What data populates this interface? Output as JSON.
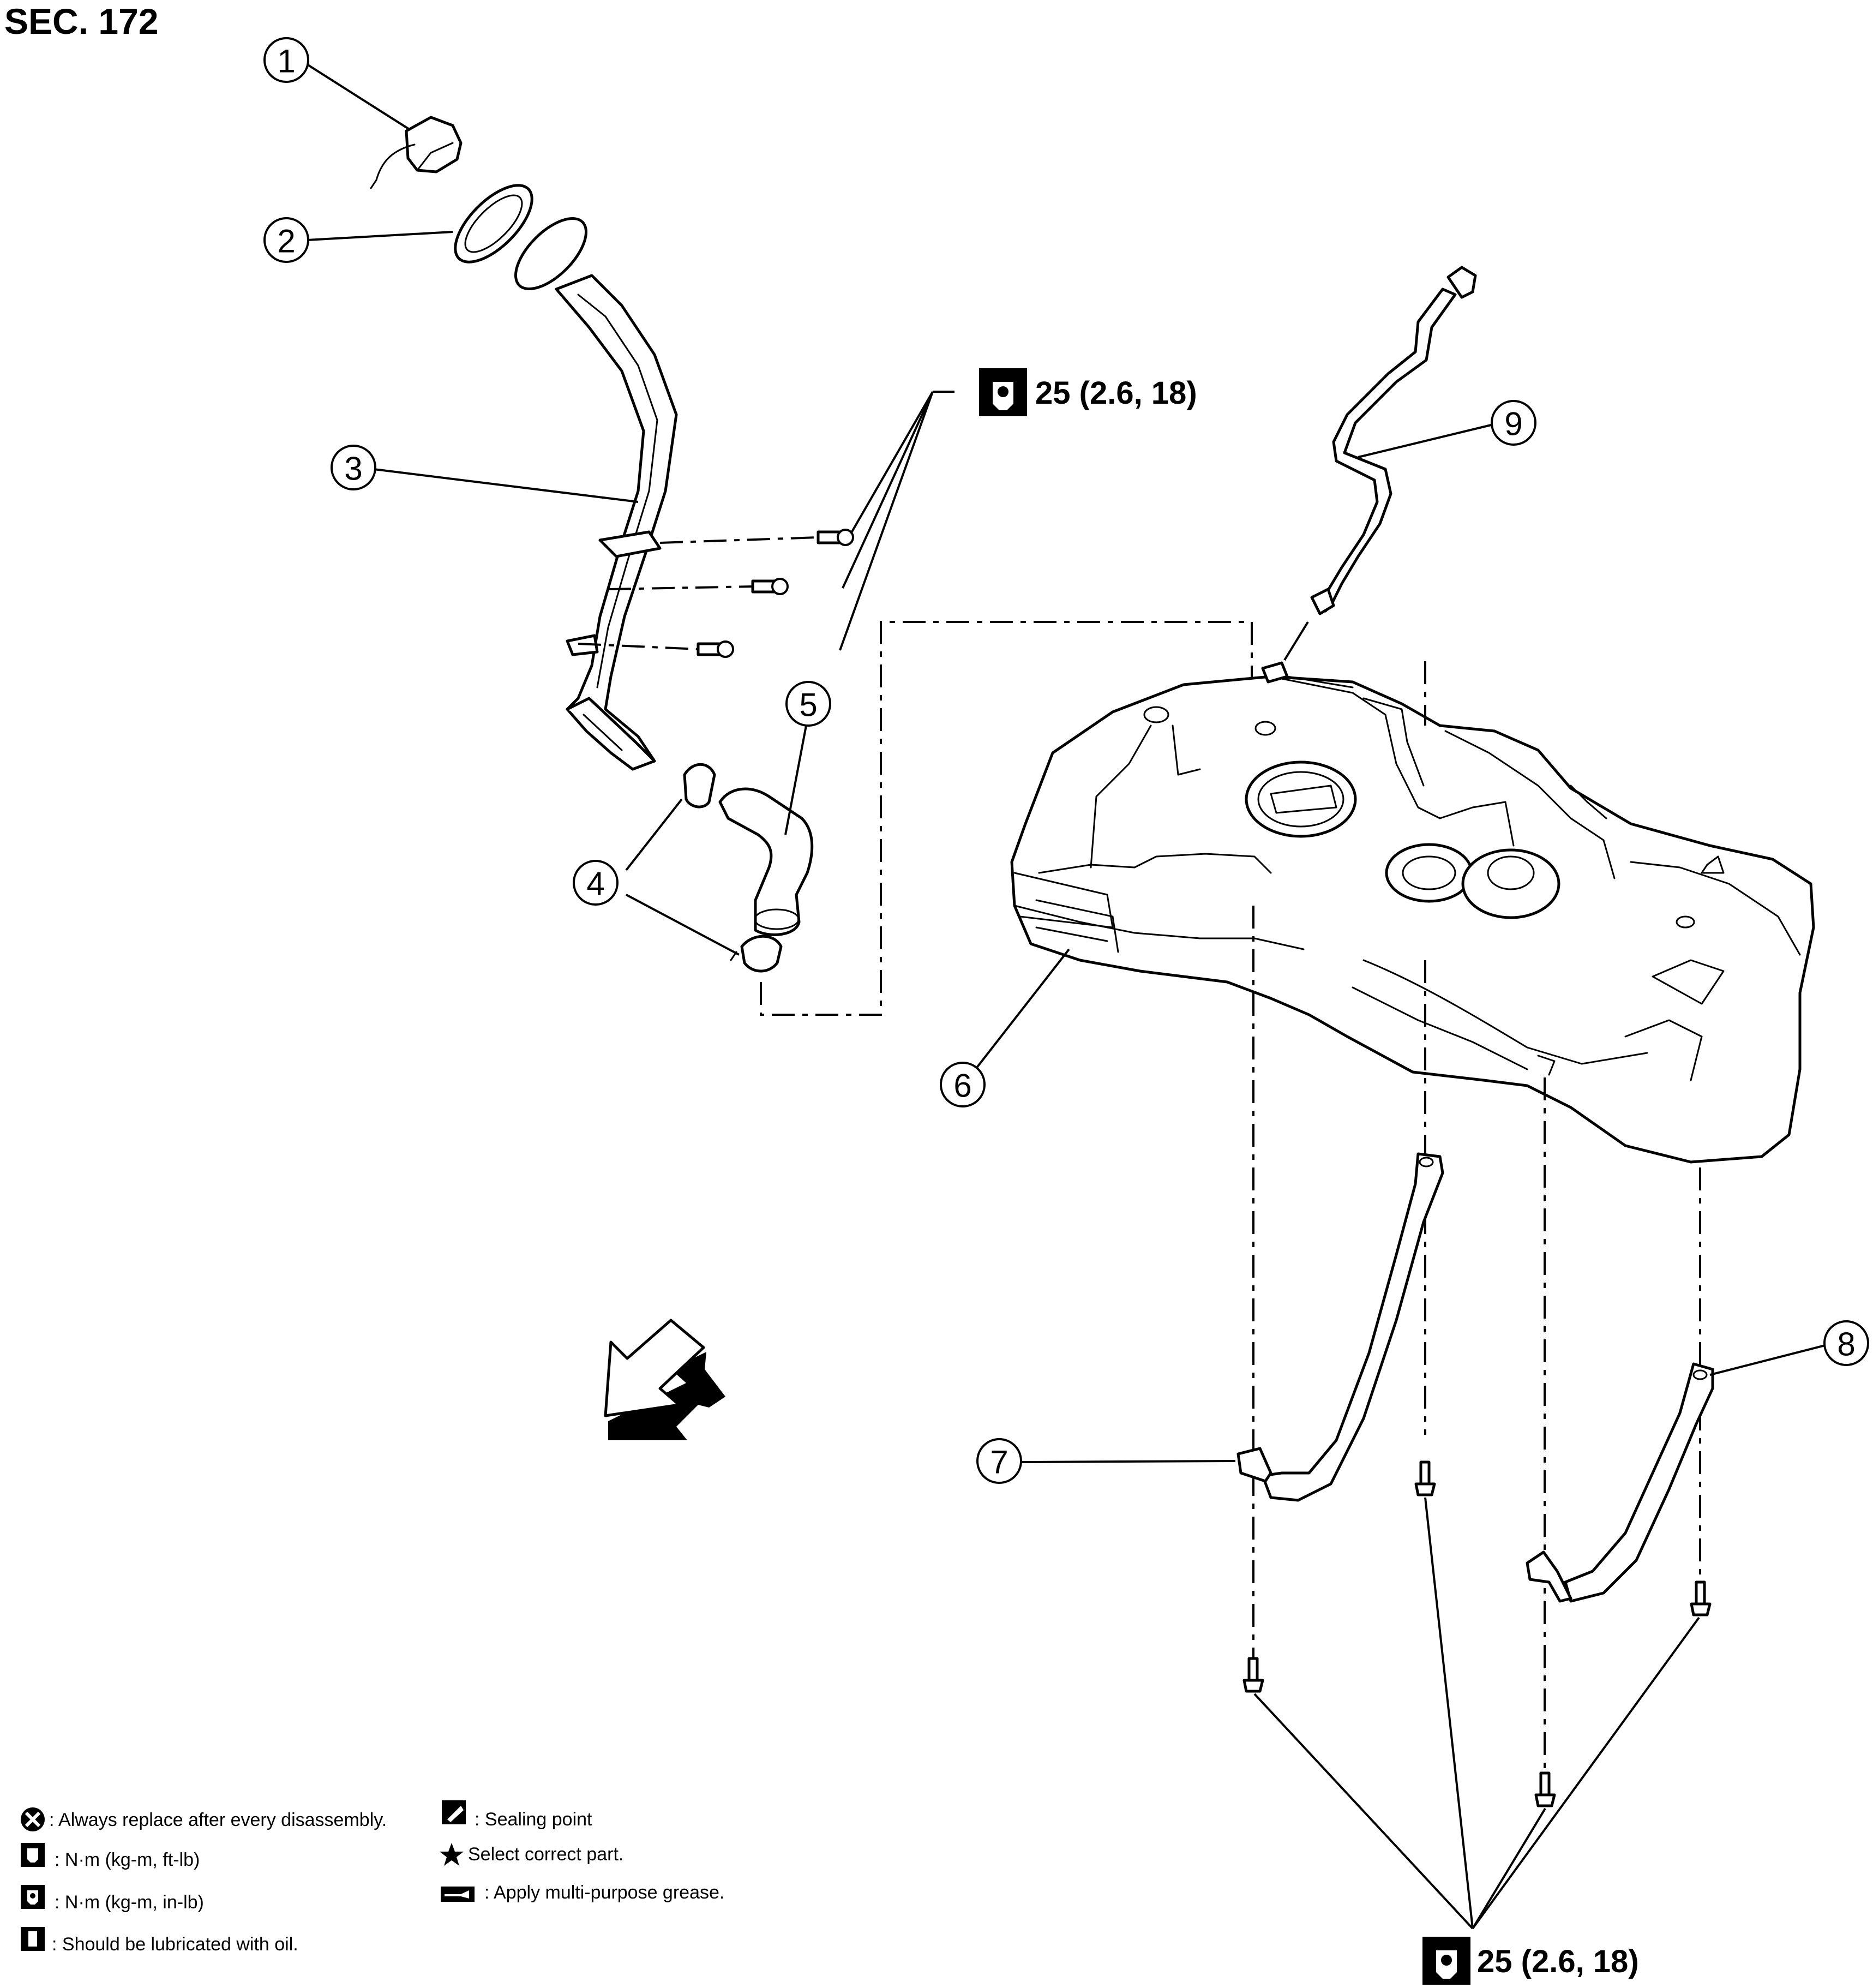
{
  "title": "SEC. 172",
  "callouts": [
    {
      "id": "1",
      "part": "filler-cap"
    },
    {
      "id": "2",
      "part": "filler-gasket"
    },
    {
      "id": "3",
      "part": "filler-tube"
    },
    {
      "id": "4",
      "part": "hose-clamp"
    },
    {
      "id": "5",
      "part": "filler-hose"
    },
    {
      "id": "6",
      "part": "fuel-tank"
    },
    {
      "id": "7",
      "part": "mounting-band-left"
    },
    {
      "id": "8",
      "part": "mounting-band-right"
    },
    {
      "id": "9",
      "part": "vent-tube"
    }
  ],
  "torque_specs": {
    "upper": "25 (2.6, 18)",
    "lower": "25 (2.6, 18)"
  },
  "legend": {
    "left": [
      {
        "icon": "replace-x-icon",
        "text": ": Always replace after every disassembly."
      },
      {
        "icon": "torque-ftlb-icon",
        "text": ": N·m (kg-m, ft-lb)"
      },
      {
        "icon": "torque-inlb-icon",
        "text": ": N·m (kg-m, in-lb)"
      },
      {
        "icon": "oil-can-icon",
        "text": ": Should be lubricated with oil."
      }
    ],
    "right": [
      {
        "icon": "sealing-point-icon",
        "text": ": Sealing point"
      },
      {
        "icon": "star-icon",
        "text": "Select correct part."
      },
      {
        "icon": "grease-icon",
        "text": ": Apply multi-purpose grease."
      }
    ]
  },
  "front_arrow": {
    "icon": "front-direction-arrow-icon"
  }
}
